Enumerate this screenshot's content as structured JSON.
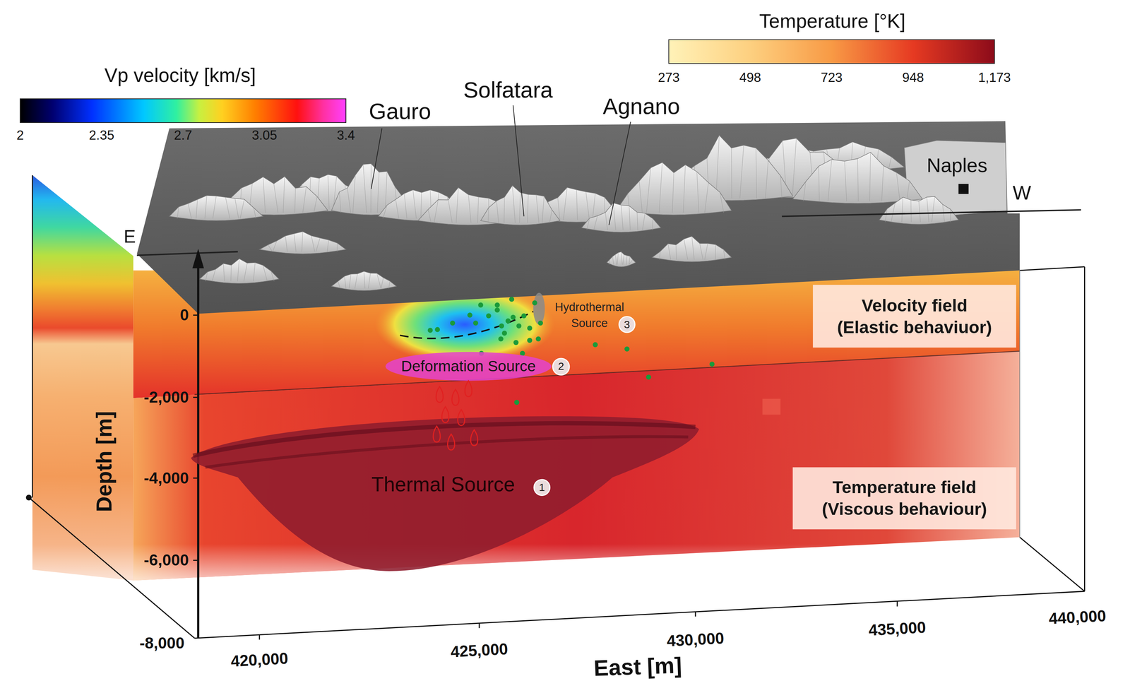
{
  "diagram": {
    "nodes": [
      {
        "text": [
          "Velocity field",
          "(Elastic behaviuor)"
        ]
      },
      {
        "text": [
          "3"
        ]
      },
      {
        "text": [
          "Deformation Source"
        ]
      },
      {
        "text": [
          "2"
        ]
      },
      {
        "text": [
          "Thermal Source"
        ]
      },
      {
        "text": [
          "1"
        ],
        "in": 4
      },
      {
        "text": [
          "Temperature field",
          "(Viscous behaviour)"
        ]
      }
    ],
    "labels": [
      "Vp velocity [km/s]",
      "2",
      "2.35",
      "2.7",
      "3.05",
      "3.4",
      "Temperature [°K]",
      "273",
      "498",
      "723",
      "948",
      "1,173",
      "Gauro",
      "Solfatara",
      "Agnano",
      "Naples",
      "W",
      "E",
      "Hydrothermal Source",
      "0",
      "-2,000",
      "-4,000",
      "-6,000",
      "-8,000",
      "Depth [m]",
      "420,000",
      "425,000",
      "430,000",
      "435,000",
      "440,000",
      "East [m]"
    ]
  }
}
